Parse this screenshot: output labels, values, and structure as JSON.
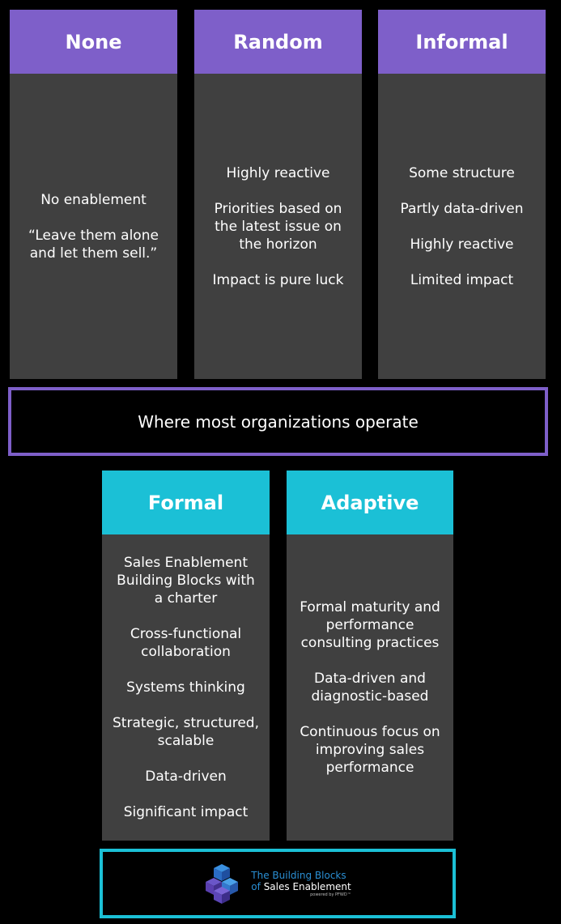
{
  "colors": {
    "purple": "#7e5fc9",
    "cyan": "#1bc0d6",
    "card_body": "#404040",
    "background": "#000000"
  },
  "top_cards": [
    {
      "title": "None",
      "items": [
        "No enablement",
        "“Leave them alone\nand let them sell.”"
      ]
    },
    {
      "title": "Random",
      "items": [
        "Highly reactive",
        "Priorities based on\nthe latest issue on\nthe horizon",
        "Impact is pure luck"
      ]
    },
    {
      "title": "Informal",
      "items": [
        "Some structure",
        "Partly data-driven",
        "Highly reactive",
        "Limited impact"
      ]
    }
  ],
  "banner": {
    "text": "Where most organizations operate"
  },
  "bottom_cards": [
    {
      "title": "Formal",
      "items": [
        "Sales Enablement\nBuilding Blocks with\na charter",
        "Cross-functional\ncollaboration",
        "Systems thinking",
        "Strategic, structured,\nscalable",
        "Data-driven",
        "Significant impact"
      ]
    },
    {
      "title": "Adaptive",
      "items": [
        "Formal maturity and\nperformance\nconsulting practices",
        "Data-driven and\ndiagnostic-based",
        "Continuous focus on\nimproving sales\nperformance"
      ]
    }
  ],
  "logo": {
    "line1": "The Building Blocks",
    "line2_of": "of",
    "line2_rest": "Sales Enablement",
    "powered": "powered by PFWD™",
    "icon": "stacked-cubes-icon"
  }
}
